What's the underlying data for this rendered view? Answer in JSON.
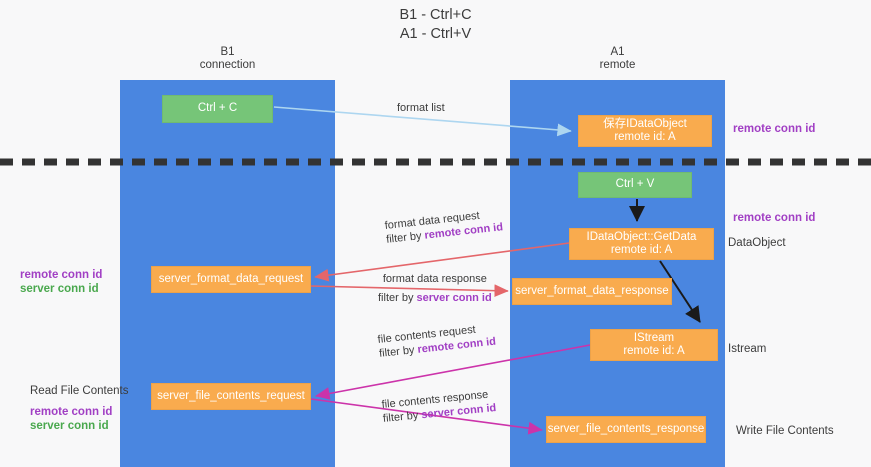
{
  "title": "B1 - Ctrl+C\nA1 - Ctrl+V",
  "title_line1": "B1 - Ctrl+C",
  "title_line2": "A1 - Ctrl+V",
  "colors": {
    "background": "#f8f8f9",
    "column": "#4a86e0",
    "green_box": "#76c578",
    "orange_box": "#f9ab4e",
    "purple_text": "#a13fc4",
    "green_text": "#4aa84e",
    "arrow_blue": "#add6f0",
    "arrow_red": "#e4666a",
    "arrow_magenta": "#cc33aa",
    "arrow_black": "#1a1a1a",
    "divider": "#333333"
  },
  "columns": [
    {
      "id": "b1",
      "title": "B1",
      "subtitle": "connection"
    },
    {
      "id": "a1",
      "title": "A1",
      "subtitle": "remote"
    }
  ],
  "boxes": [
    {
      "id": "ctrl-c",
      "line1": "Ctrl + C",
      "line2": "",
      "color": "green"
    },
    {
      "id": "idataobject-store",
      "line1": "保存IDataObject",
      "line2": "remote id: A",
      "color": "orange"
    },
    {
      "id": "ctrl-v",
      "line1": "Ctrl + V",
      "line2": "",
      "color": "green"
    },
    {
      "id": "getdata",
      "line1": "IDataObject::GetData",
      "line2": "remote id: A",
      "color": "orange"
    },
    {
      "id": "server-format-data-request",
      "line1": "server_format_data_request",
      "line2": "",
      "color": "orange"
    },
    {
      "id": "server-format-data-response",
      "line1": "server_format_data_response",
      "line2": "",
      "color": "orange"
    },
    {
      "id": "istream",
      "line1": "IStream",
      "line2": "remote id: A",
      "color": "orange"
    },
    {
      "id": "server-file-contents-request",
      "line1": "server_file_contents_request",
      "line2": "",
      "color": "orange"
    },
    {
      "id": "server-file-contents-response",
      "line1": "server_file_contents_response",
      "line2": "",
      "color": "orange"
    }
  ],
  "right_notes": [
    {
      "id": "r1",
      "text": "remote conn id",
      "style": "purple"
    },
    {
      "id": "r2",
      "text": "remote conn id",
      "style": "purple"
    },
    {
      "id": "r3",
      "text": "DataObject",
      "style": "plain"
    },
    {
      "id": "r4",
      "text": "Istream",
      "style": "plain"
    },
    {
      "id": "r5",
      "text": "Write File Contents",
      "style": "plain"
    }
  ],
  "left_notes": [
    {
      "id": "l1",
      "lines": [
        {
          "text": "remote conn id",
          "style": "purple"
        },
        {
          "text": "server conn id",
          "style": "green"
        }
      ]
    },
    {
      "id": "l2",
      "lines": [
        {
          "text": "Read File Contents",
          "style": "plain"
        },
        {
          "text": "remote conn id",
          "style": "purple"
        },
        {
          "text": "server conn id",
          "style": "green"
        }
      ]
    }
  ],
  "edge_labels": {
    "format_list": "format list",
    "format_data_request_l1": "format data request",
    "format_data_request_filter_prefix": "filter by ",
    "format_data_request_filter_key": "remote conn id",
    "format_data_response_l1": "format data response",
    "format_data_response_filter_prefix": "filter by ",
    "format_data_response_filter_key": "server conn id",
    "file_contents_request_l1": "file contents request",
    "file_contents_request_filter_prefix": "filter by ",
    "file_contents_request_filter_key": "remote conn id",
    "file_contents_response_l1": "file contents response",
    "file_contents_response_filter_prefix": "filter by ",
    "file_contents_response_filter_key": "server conn id"
  }
}
